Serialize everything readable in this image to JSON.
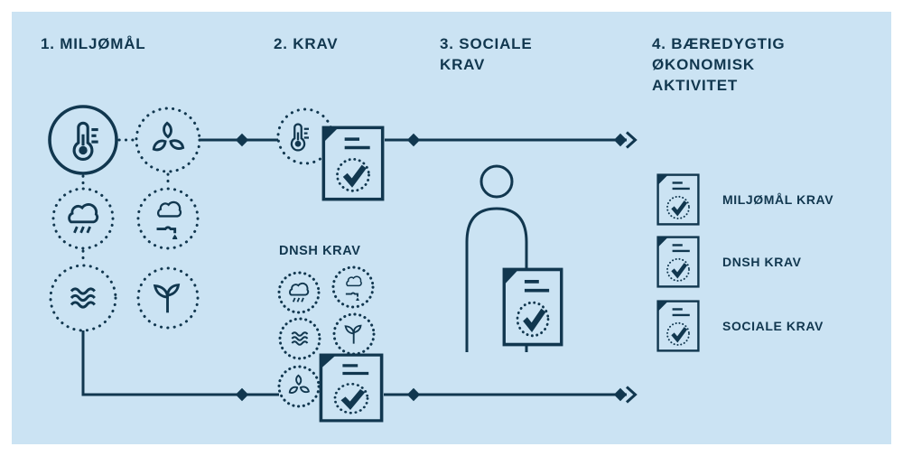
{
  "palette": {
    "background": "#cbe3f3",
    "ink": "#11374f",
    "frame": "#ffffff"
  },
  "headers": [
    {
      "label": "1. MILJØMÅL"
    },
    {
      "label": "2. KRAV"
    },
    {
      "label": "3. SOCIALE KRAV"
    },
    {
      "label": "4. BÆREDYGTIG ØKONOMISK AKTIVITET"
    }
  ],
  "section2": {
    "dnsh_label": "DNSH KRAV"
  },
  "legend": [
    {
      "label": "MILJØMÅL KRAV"
    },
    {
      "label": "DNSH KRAV"
    },
    {
      "label": "SOCIALE KRAV"
    }
  ],
  "icons": {
    "step1": [
      "thermometer-icon",
      "leaves-icon",
      "rain-cloud-icon",
      "water-tap-icon",
      "waves-icon",
      "sprout-icon"
    ],
    "step2": [
      "thermometer-icon",
      "document-check-icon",
      "rain-cloud-icon",
      "water-tap-icon",
      "waves-icon",
      "sprout-icon",
      "leaves-icon",
      "document-check-icon"
    ],
    "step3": [
      "person-icon",
      "document-check-icon"
    ],
    "step4": [
      "document-check-icon",
      "document-check-icon",
      "document-check-icon"
    ],
    "flow": [
      "diamond-marker",
      "arrowhead-icon"
    ]
  }
}
